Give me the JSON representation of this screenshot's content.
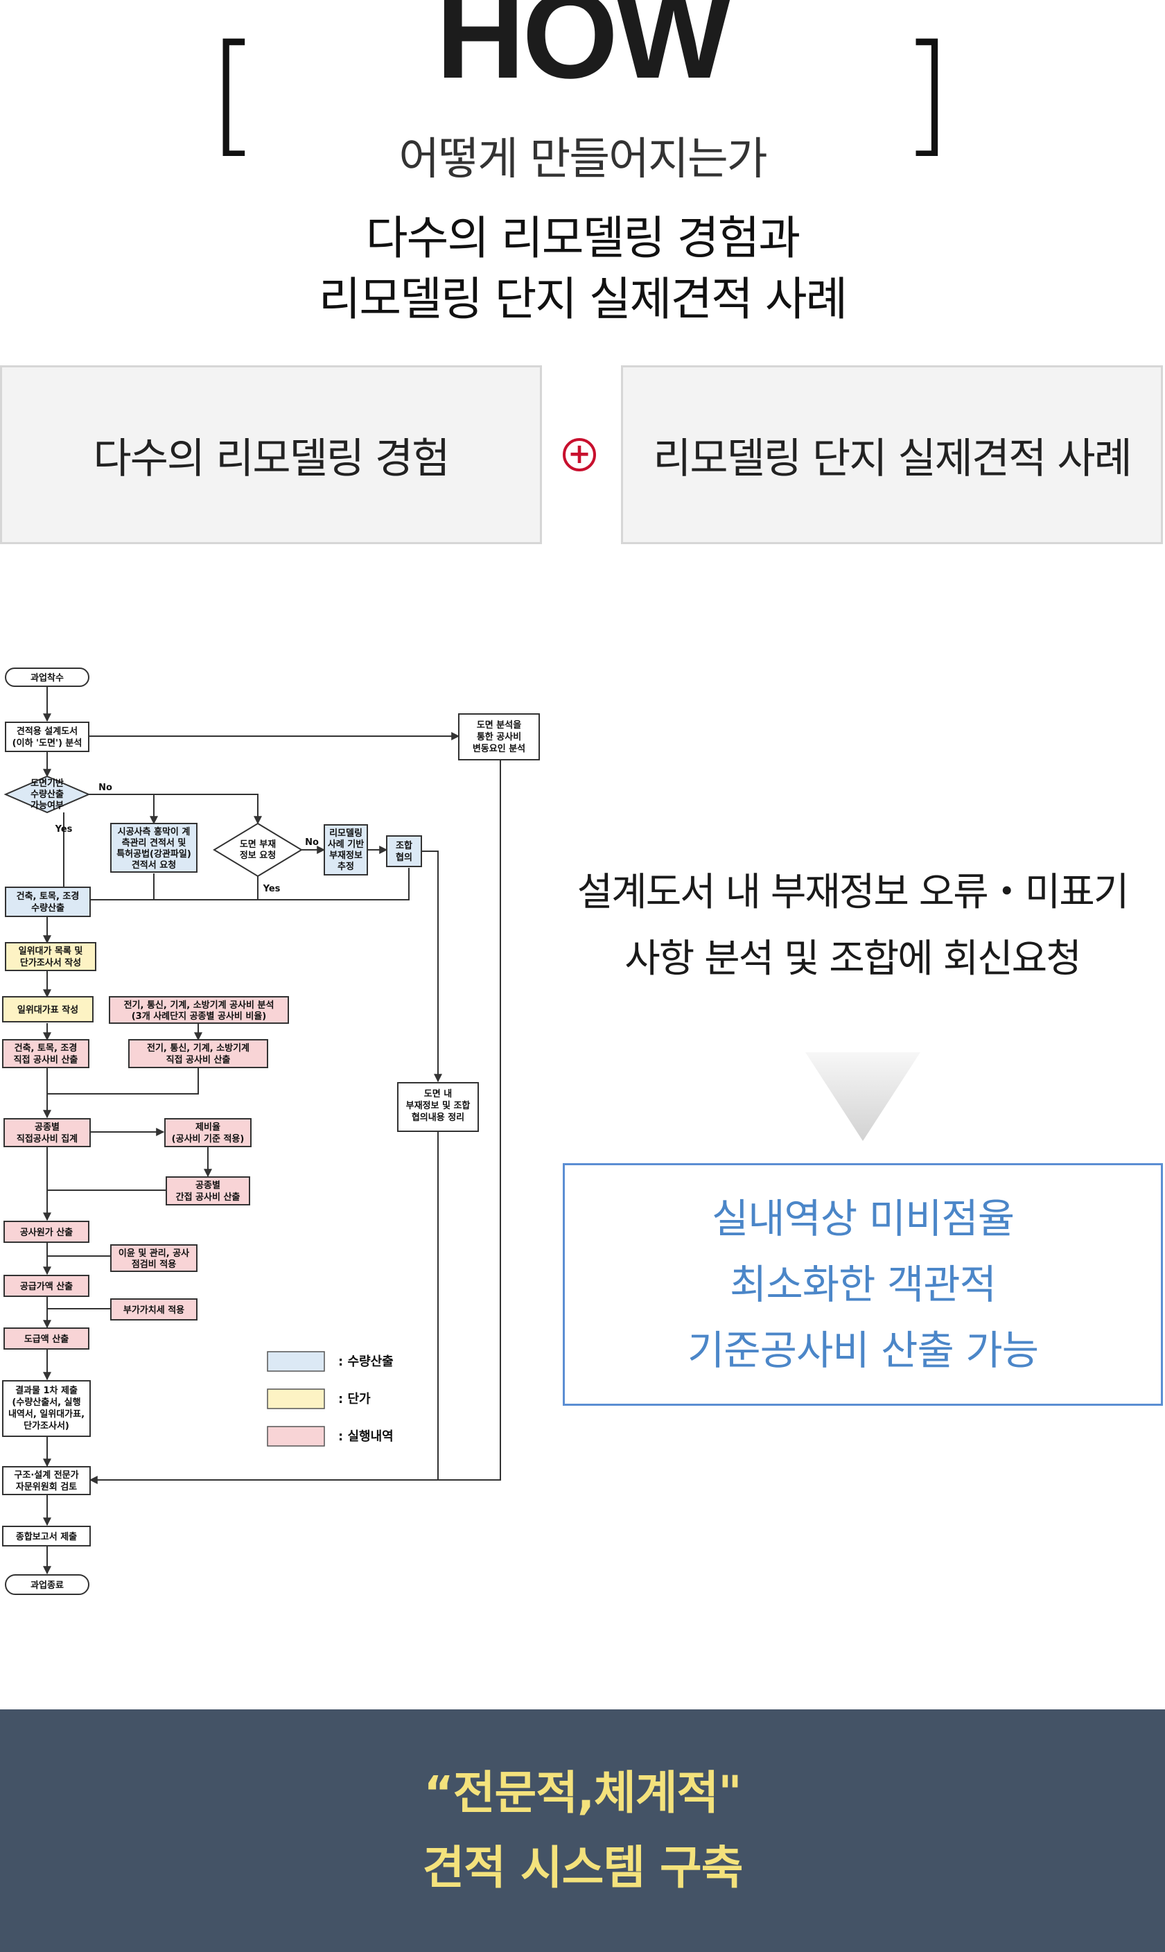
{
  "header": {
    "left_bracket": "[",
    "right_bracket": "]",
    "title": "HOW",
    "subtitle": "어떻게 만들어지는가",
    "headline_lines": [
      "다수의 리모델링 경험과",
      "리모델링 단지 실제견적 사례"
    ]
  },
  "combo": {
    "left_label": "다수의 리모델링 경험",
    "plus_symbol": "+",
    "right_label": "리모델링 단지 실제견적 사례"
  },
  "flowchart": {
    "nodes": {
      "start": "과업착수",
      "analysis": [
        "견적용 설계도서",
        "(이하 '도면') 분석"
      ],
      "decision1": [
        "도면기반",
        "수량산출",
        "가능여부"
      ],
      "contractor": [
        "시공사측 홍막이 계",
        "측관리 견적서 및",
        "특허공법(강관파일)",
        "견적서 요청"
      ],
      "decision2": [
        "도면 부재",
        "정보 요청"
      ],
      "remodel_est": [
        "리모델링",
        "사례 기반",
        "부재정보",
        "추정"
      ],
      "union": [
        "조합",
        "협의"
      ],
      "variance": [
        "도면 분석을",
        "통한 공사비",
        "변동요인 분석"
      ],
      "quantity": [
        "건축, 토목, 조경",
        "수량산출"
      ],
      "unit_list": [
        "일위대가 목록 및",
        "단가조사서 작성"
      ],
      "unit_table": "일위대가표 작성",
      "mep_analysis": [
        "전기, 통신, 기계, 소방기계 공사비 분석",
        "(3개 사례단지 공종별 공사비 비율)"
      ],
      "direct_cost": [
        "건축, 토목, 조경",
        "직접 공사비 산출"
      ],
      "mep_direct": [
        "전기, 통신, 기계, 소방기계",
        "직접 공사비 산출"
      ],
      "trade_total": [
        "공종별",
        "직접공사비 집계"
      ],
      "expense_rate": [
        "제비율",
        "(공사비 기준 적용)"
      ],
      "indirect": [
        "공종별",
        "간접 공사비 산출"
      ],
      "drawing_summary": [
        "도면 내",
        "부재정보 및 조합",
        "협의내용 정리"
      ],
      "cost_calc": "공사원가 산출",
      "profit": [
        "이윤 및 관리, 공사",
        "점검비 적용"
      ],
      "supply": "공급가액 산출",
      "vat": "부가가치세 적용",
      "contract": "도급액 산출",
      "result1": [
        "결과물 1차 제출",
        "(수량산출서, 실행",
        "내역서, 일위대가표,",
        "단가조사서)"
      ],
      "review": [
        "구조·설계 전문가",
        "자문위원회 검토"
      ],
      "report": "종합보고서 제출",
      "end": "과업종료"
    },
    "edge_labels": {
      "no1": "No",
      "yes1": "Yes",
      "no2": "No",
      "yes2": "Yes"
    },
    "legend": [
      {
        "label": ": 수량산출",
        "color": "#dce9f5"
      },
      {
        "label": ": 단가",
        "color": "#fdf3c4"
      },
      {
        "label": ": 실행내역",
        "color": "#f8d4d6"
      }
    ]
  },
  "description_lines": [
    "설계도서 내 부재정보 오류・미표기",
    "사항 분석 및 조합에 회신요청"
  ],
  "result_lines": [
    "실내역상 미비점율",
    "최소화한 객관적",
    "기준공사비 산출 가능"
  ],
  "footer_lines": [
    "“전문적,체계적\"",
    "견적 시스템 구축"
  ]
}
